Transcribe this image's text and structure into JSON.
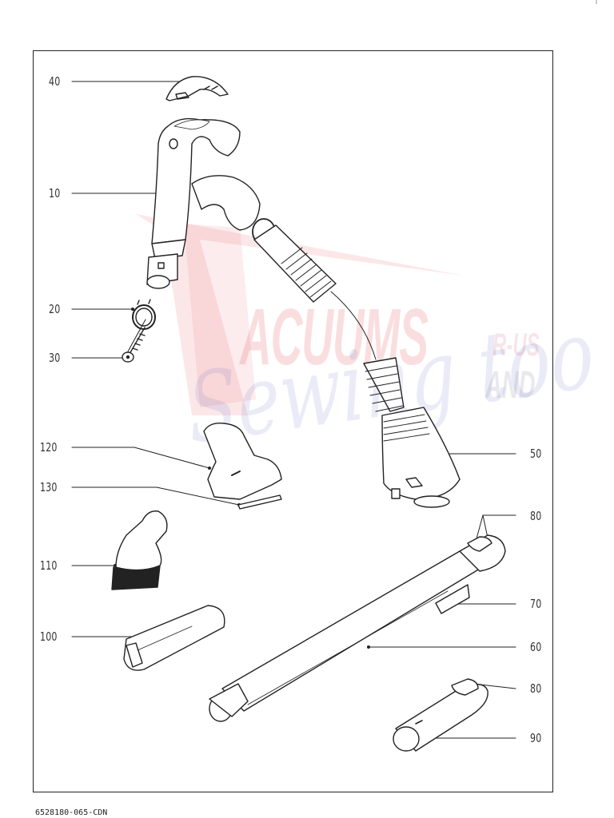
{
  "diagram": {
    "type": "exploded parts diagram",
    "subject": "vacuum cleaner hose handle, wand and accessory tools",
    "document_id": "6528180-065-CDN",
    "parts": [
      {
        "number": "40",
        "description": "handle top cover"
      },
      {
        "number": "10",
        "description": "curved handle grip"
      },
      {
        "number": "20",
        "description": "clip ring"
      },
      {
        "number": "30",
        "description": "screw"
      },
      {
        "number": "120",
        "description": "upholstery nozzle"
      },
      {
        "number": "130",
        "description": "nozzle insert strip"
      },
      {
        "number": "110",
        "description": "dusting brush"
      },
      {
        "number": "100",
        "description": "crevice tool"
      },
      {
        "number": "50",
        "description": "corrugated hose with connector"
      },
      {
        "number": "80",
        "description": "release button (wand)"
      },
      {
        "number": "70",
        "description": "wand slide catch"
      },
      {
        "number": "60",
        "description": "telescopic wand tube"
      },
      {
        "number": "80",
        "description": "release button (extension)"
      },
      {
        "number": "90",
        "description": "extension tube"
      }
    ]
  },
  "labels": {
    "p40": "40",
    "p10": "10",
    "p20": "20",
    "p30": "30",
    "p120": "120",
    "p130": "130",
    "p110": "110",
    "p100": "100",
    "p50": "50",
    "p80a": "80",
    "p70": "70",
    "p60": "60",
    "p80b": "80",
    "p90": "90"
  },
  "watermark": {
    "line1": "ACUUMS",
    "big_letter": "V",
    "small1": "R-US",
    "small2": "AND",
    "script": "Sewing too"
  },
  "colors": {
    "line": "#222222",
    "watermark_red": "#e64650",
    "watermark_blue": "#5a64be"
  }
}
